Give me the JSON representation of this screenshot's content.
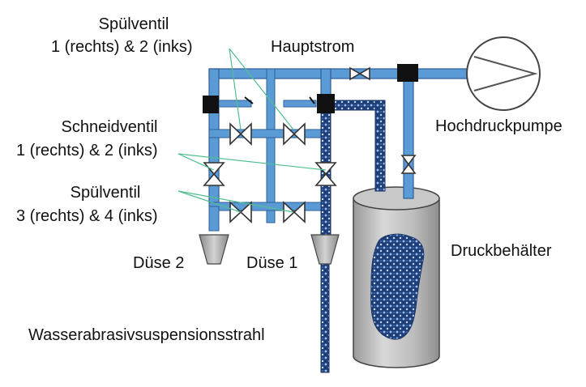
{
  "labels": {
    "spuel_12_line1": "Spülventil",
    "spuel_12_line2": "1 (rechts) & 2 (inks)",
    "hauptstrom": "Hauptstrom",
    "hochdruckpumpe": "Hochdruckpumpe",
    "schneid_line1": "Schneidventil",
    "schneid_line2": "1 (rechts) & 2 (inks)",
    "spuel_34_line1": "Spülventil",
    "spuel_34_line2": "3 (rechts) & 4 (inks)",
    "duese2": "Düse 2",
    "duese1": "Düse 1",
    "druckbehaelter": "Druckbehälter",
    "strahl": "Wasserabrasivsuspensionsstrahl"
  },
  "colors": {
    "pipe": "#5b9bd5",
    "pipe_dark": "#2e5f99",
    "suspension": "#2b4f8a",
    "leader": "#4fbf8f",
    "tank": "#b9b9b9",
    "block": "#111111"
  }
}
